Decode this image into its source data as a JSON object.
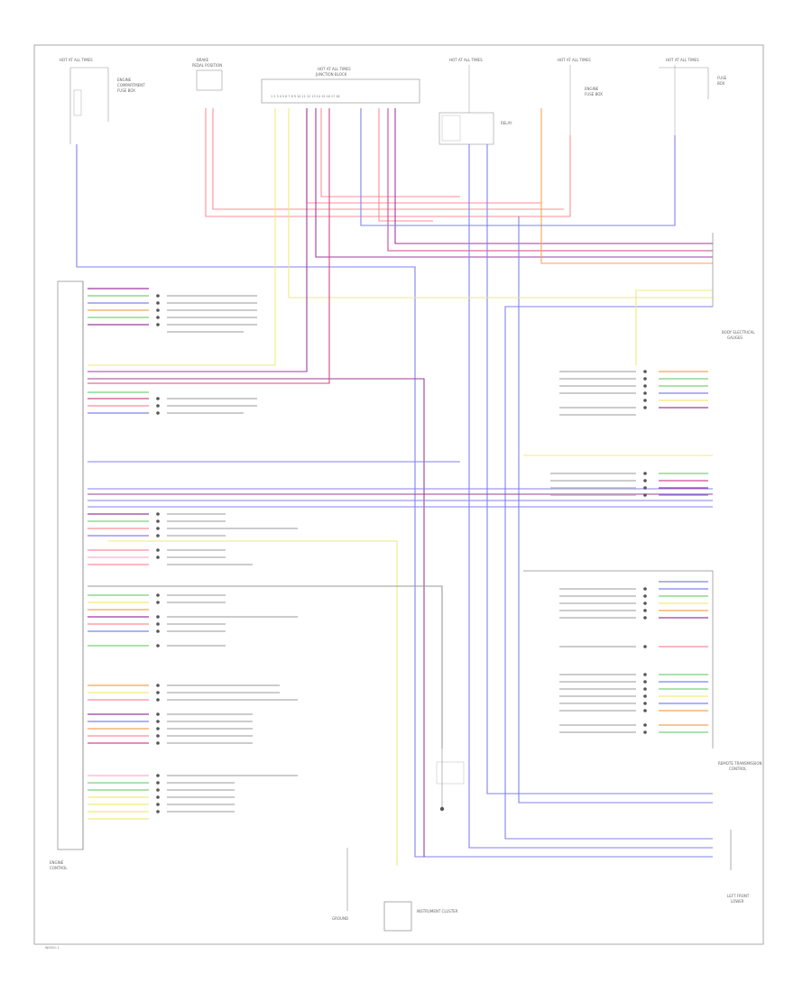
{
  "diagram": {
    "footer_id": "W0001-1",
    "colors": {
      "frame": "#aaaaaa",
      "red": "#ff8c99",
      "blue": "#8080f0",
      "yellow": "#f2ea7a",
      "purple": "#9c3c9c",
      "magenta": "#d04a8a",
      "orange": "#f5a553",
      "green": "#7ad07a",
      "pink": "#f7b3c6",
      "gray": "#cfcfcf"
    },
    "left_module": {
      "label_line1": "ENGINE",
      "label_line2": "CONTROL"
    },
    "right_module_top": {
      "label_line1": "BODY ELECTRICAL",
      "label_line2": "GAUGES"
    },
    "right_module_mid": {
      "label_line1": "REMOTE TRANSMISSION",
      "label_line2": "CONTROL"
    },
    "right_module_bot": {
      "label_line1": "LEFT FRONT",
      "label_line2": "LOWER"
    },
    "bottom_center": {
      "label": "INSTRUMENT CLUSTER"
    },
    "bottom_ground": {
      "label": "GROUND"
    },
    "top_fuse_block": {
      "label": "JUNCTION BLOCK"
    }
  }
}
